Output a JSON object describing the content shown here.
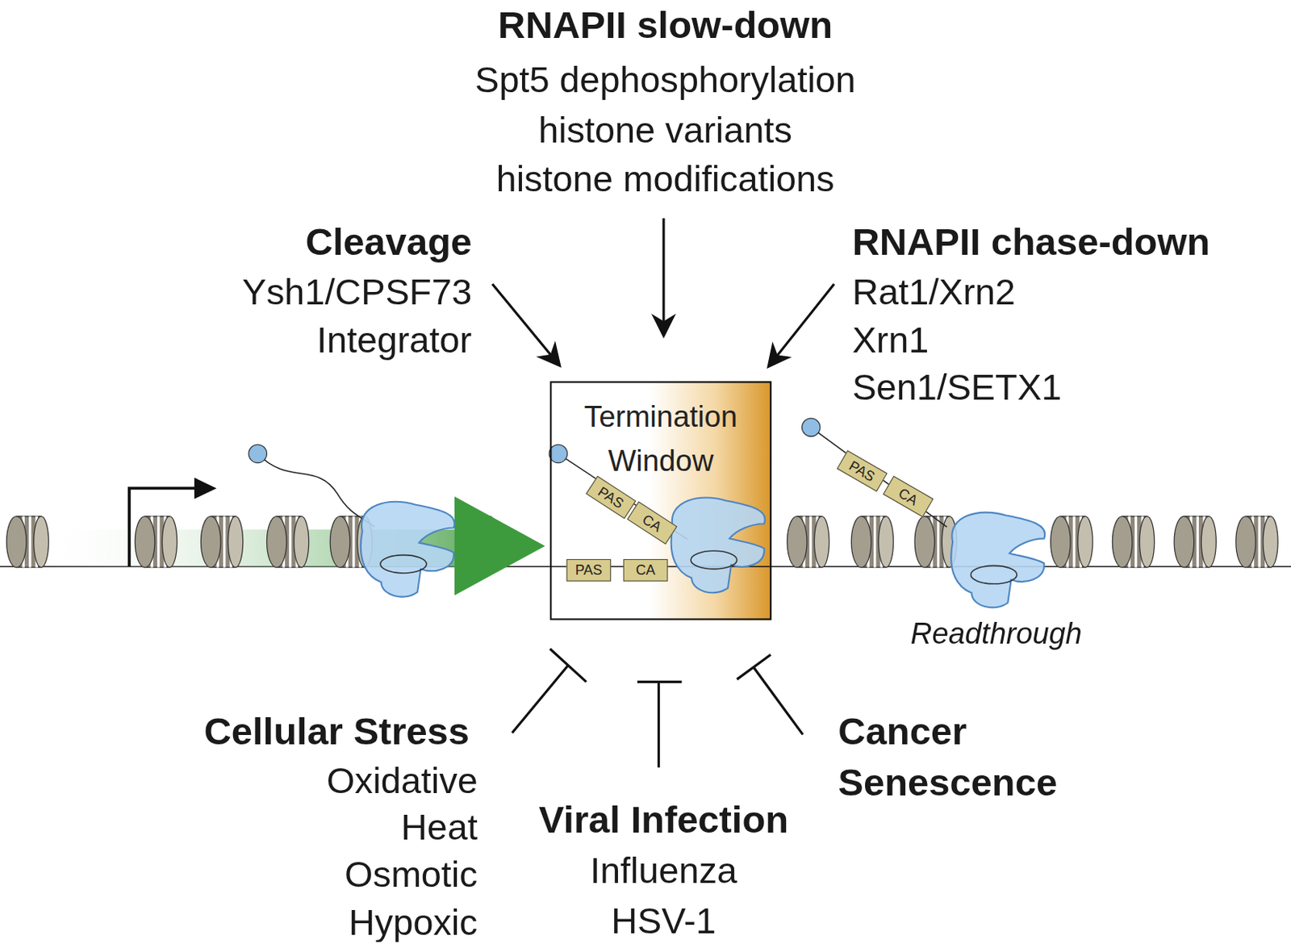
{
  "diagram": {
    "nodes": [
      {
        "text": [
          "Termination Window"
        ]
      },
      {
        "text": [
          "PAS"
        ],
        "in": 0
      },
      {
        "text": [
          "CA"
        ],
        "in": 0
      },
      {
        "text": [
          "PAS"
        ],
        "in": 0
      },
      {
        "text": [
          "CA"
        ],
        "in": 0
      },
      {
        "text": [
          "PAS"
        ]
      },
      {
        "text": [
          "CA"
        ]
      }
    ],
    "labels": [
      "RNAPII slow-down",
      "Spt5 dephosphorylation",
      "histone variants",
      "histone modifications",
      "Cleavage",
      "Ysh1/CPSF73",
      "Integrator",
      "RNAPII chase-down",
      "Rat1/Xrn2",
      "Xrn1",
      "Sen1/SETX1",
      "Readthrough",
      "Cellular Stress",
      "Oxidative",
      "Heat",
      "Osmotic",
      "Hypoxic",
      "Viral Infection",
      "Influenza",
      "HSV-1",
      "Cancer",
      "Senescence"
    ]
  }
}
